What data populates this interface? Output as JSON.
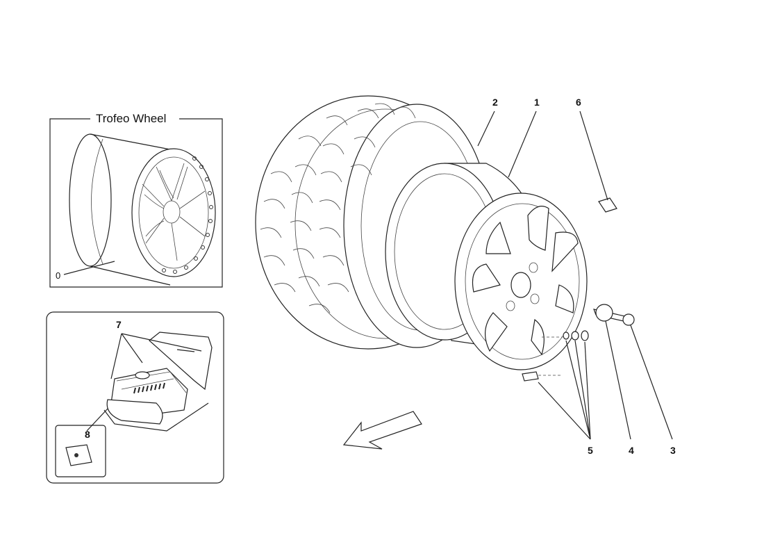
{
  "inset_trofeo": {
    "title": "Trofeo Wheel",
    "callout": "0"
  },
  "inset_kit": {
    "callout_kit": "7",
    "callout_card": "8"
  },
  "callouts": {
    "c1": "1",
    "c2": "2",
    "c3": "3",
    "c4": "4",
    "c5": "5",
    "c6": "6"
  }
}
